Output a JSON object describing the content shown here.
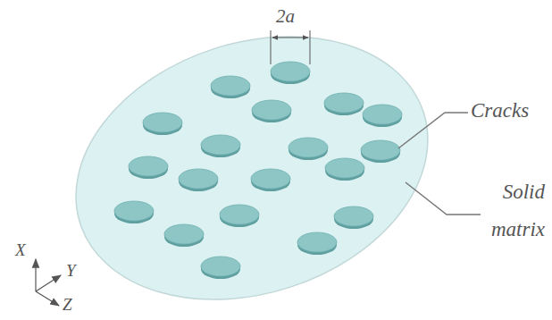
{
  "diagram": {
    "labels": [
      "2a",
      "Cracks",
      "Solid matrix",
      "X",
      "Y",
      "Z"
    ]
  }
}
